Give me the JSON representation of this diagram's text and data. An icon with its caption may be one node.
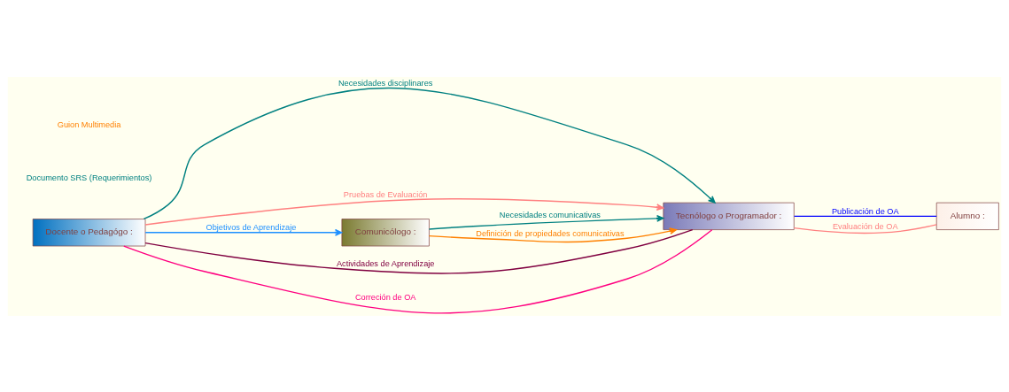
{
  "diagram": {
    "nodes": [
      {
        "text": [
          "Docente o Pedagógo :"
        ]
      },
      {
        "text": [
          "Tecnólogo o Programador :"
        ]
      },
      {
        "text": [
          "Alumno :"
        ]
      },
      {
        "text": [
          "Comunicólogo :"
        ]
      }
    ],
    "edges": [
      {
        "from": 0,
        "to": 1,
        "arrow": "to",
        "label": "Necesidades disciplinares",
        "color": "#008080"
      },
      {
        "from": 3,
        "to": 1,
        "arrow": "to",
        "label": "Necesidades comunicativas",
        "color": "#008080"
      },
      {
        "from": 0,
        "to": 3,
        "arrow": "to",
        "label": "Objetivos de Aprendizaje",
        "color": "#1e90ff"
      },
      {
        "from": 1,
        "to": 0,
        "arrow": "none",
        "label": "Actividades de Aprendizaje",
        "color": "#800040"
      },
      {
        "from": 0,
        "to": 1,
        "arrow": "to",
        "label": "Pruebas de Evaluación",
        "color": "#ff8080"
      },
      {
        "from": 1,
        "to": 0,
        "arrow": "none",
        "label": "Correción de OA",
        "color": "#ff0080"
      },
      {
        "from": 1,
        "to": 2,
        "arrow": "none",
        "label": "Publicación de OA",
        "color": "#0000ff"
      },
      {
        "from": 2,
        "to": 1,
        "arrow": "none",
        "label": "Evaluación de OA",
        "color": "#ff8080"
      },
      {
        "from": 3,
        "to": 1,
        "arrow": "to",
        "label": "Definición de propiedades comunicativas",
        "color": "#ff8000"
      }
    ],
    "labels": [
      "Documento SRS (Requerimientos)",
      "Guion Multimedia"
    ]
  }
}
